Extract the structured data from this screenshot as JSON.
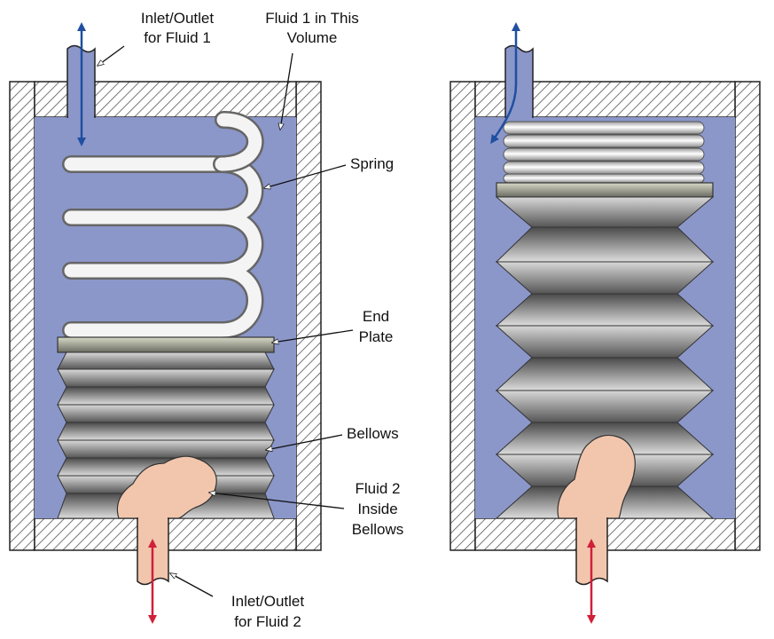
{
  "labels": {
    "inlet_fluid1_line1": "Inlet/Outlet",
    "inlet_fluid1_line2": "for Fluid 1",
    "fluid1_volume_line1": "Fluid 1 in This",
    "fluid1_volume_line2": "Volume",
    "spring": "Spring",
    "end_plate_line1": "End",
    "end_plate_line2": "Plate",
    "bellows": "Bellows",
    "fluid2_line1": "Fluid 2",
    "fluid2_line2": "Inside",
    "fluid2_line3": "Bellows",
    "inlet_fluid2_line1": "Inlet/Outlet",
    "inlet_fluid2_line2": "for Fluid 2"
  },
  "colors": {
    "fluid1": "#8b97c9",
    "fluid2": "#f2c6ad",
    "housing_hatch": "#555555",
    "arrow_fluid1": "#1f4fa0",
    "arrow_fluid2": "#d0203a",
    "metal_dark": "#5f5f5f",
    "metal_light": "#e6e6e6"
  }
}
